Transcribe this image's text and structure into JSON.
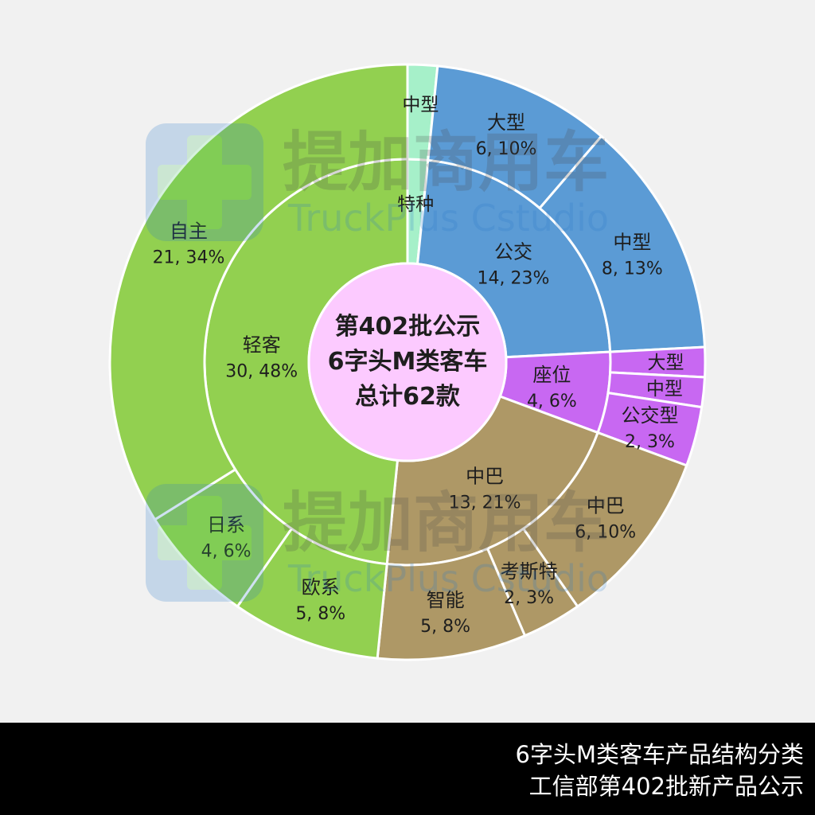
{
  "chart_data": {
    "type": "sunburst",
    "center_label": [
      "第402批公示",
      "6字头M类客车",
      "总计62款"
    ],
    "total": 62,
    "colors": {
      "特种": "#a6f0c9",
      "公交": "#5b9bd5",
      "座位": "#c868f2",
      "中巴": "#ae9866",
      "轻客": "#92d050",
      "center": "#fccaff"
    },
    "inner": [
      {
        "name": "特种",
        "value": 1,
        "label": "特种"
      },
      {
        "name": "公交",
        "value": 14,
        "label": "公交",
        "sublabel": "14, 23%"
      },
      {
        "name": "座位",
        "value": 4,
        "label": "座位",
        "sublabel": "4, 6%"
      },
      {
        "name": "中巴",
        "value": 13,
        "label": "中巴",
        "sublabel": "13, 21%"
      },
      {
        "name": "轻客",
        "value": 30,
        "label": "轻客",
        "sublabel": "30, 48%"
      }
    ],
    "outer": [
      {
        "parent": "特种",
        "value": 1,
        "label": "中型"
      },
      {
        "parent": "公交",
        "value": 6,
        "label": "大型",
        "sublabel": "6, 10%"
      },
      {
        "parent": "公交",
        "value": 8,
        "label": "中型",
        "sublabel": "8, 13%"
      },
      {
        "parent": "座位",
        "value": 1,
        "label": "大型"
      },
      {
        "parent": "座位",
        "value": 1,
        "label": "中型"
      },
      {
        "parent": "座位",
        "value": 2,
        "label": "公交型",
        "sublabel": "2, 3%"
      },
      {
        "parent": "中巴",
        "value": 6,
        "label": "中巴",
        "sublabel": "6, 10%"
      },
      {
        "parent": "中巴",
        "value": 2,
        "label": "考斯特",
        "sublabel": "2, 3%"
      },
      {
        "parent": "中巴",
        "value": 5,
        "label": "智能",
        "sublabel": "5, 8%"
      },
      {
        "parent": "轻客",
        "value": 5,
        "label": "欧系",
        "sublabel": "5, 8%"
      },
      {
        "parent": "轻客",
        "value": 4,
        "label": "日系",
        "sublabel": "4, 6%"
      },
      {
        "parent": "轻客",
        "value": 21,
        "label": "自主",
        "sublabel": "21, 34%"
      }
    ]
  },
  "watermark": {
    "brand": "提加商用车",
    "sub": "TruckPlus Cstudio"
  },
  "footer": {
    "line1": "6字头M类客车产品结构分类",
    "line2": "工信部第402批新产品公示"
  }
}
